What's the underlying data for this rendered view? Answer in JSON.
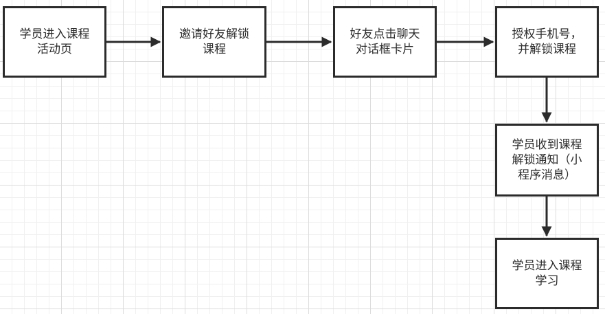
{
  "diagram": {
    "nodes": [
      {
        "id": "n1",
        "label": "学员进入课程\n活动页"
      },
      {
        "id": "n2",
        "label": "邀请好友解锁\n课程"
      },
      {
        "id": "n3",
        "label": "好友点击聊天\n对话框卡片"
      },
      {
        "id": "n4",
        "label": "授权手机号，\n并解锁课程"
      },
      {
        "id": "n5",
        "label": "学员收到课程\n解锁通知（小\n程序消息）"
      },
      {
        "id": "n6",
        "label": "学员进入课程\n学习"
      }
    ],
    "edges": [
      {
        "from": "n1",
        "to": "n2"
      },
      {
        "from": "n2",
        "to": "n3"
      },
      {
        "from": "n3",
        "to": "n4"
      },
      {
        "from": "n4",
        "to": "n5"
      },
      {
        "from": "n5",
        "to": "n6"
      }
    ],
    "colors": {
      "stroke": "#2b2b2b",
      "grid_major": "#dcdcdc",
      "grid_minor": "#f0f0f0",
      "node_fill": "#ffffff"
    }
  }
}
